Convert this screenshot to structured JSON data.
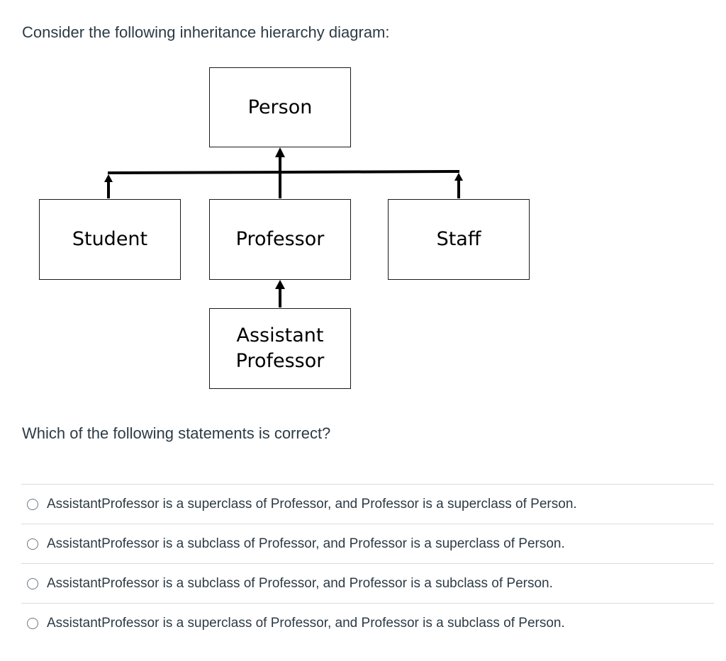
{
  "question": {
    "prompt": "Consider the following inheritance hierarchy diagram:",
    "follow_up": "Which of the following statements is correct?"
  },
  "diagram": {
    "classes": {
      "person": "Person",
      "student": "Student",
      "professor": "Professor",
      "staff": "Staff",
      "assistant_professor": "Assistant\nProfessor"
    }
  },
  "answers": [
    "AssistantProfessor is a superclass of Professor, and Professor is a superclass of Person.",
    "AssistantProfessor is a subclass of Professor, and Professor is a superclass of Person.",
    "AssistantProfessor is a subclass of Professor, and Professor is a subclass of Person.",
    "AssistantProfessor is a superclass of Professor, and Professor is a subclass of Person."
  ],
  "colors": {
    "text": "#2d3b45",
    "divider": "#d7dbde",
    "diagram_ink": "#000000"
  }
}
